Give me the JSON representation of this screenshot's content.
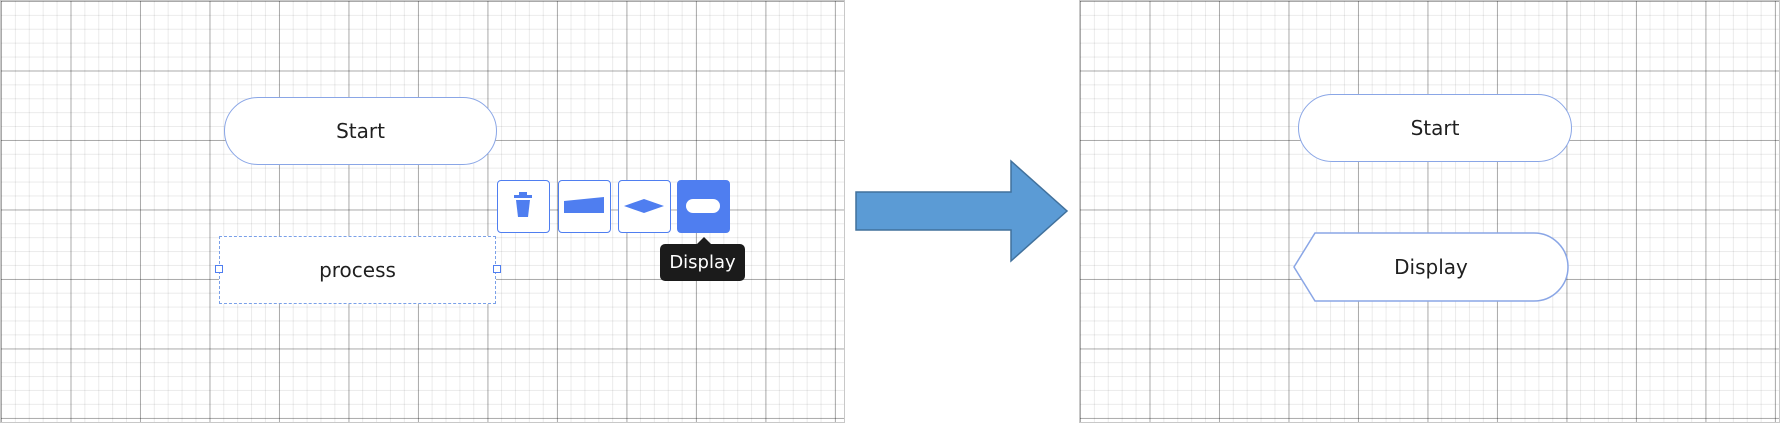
{
  "before": {
    "start_label": "Start",
    "process_label": "process",
    "toolbar": {
      "tooltip": "Display",
      "tools": [
        {
          "name": "delete",
          "icon": "trash-icon"
        },
        {
          "name": "manual-input",
          "icon": "manual-input-shape-icon"
        },
        {
          "name": "decision",
          "icon": "diamond-shape-icon"
        },
        {
          "name": "display",
          "icon": "display-shape-icon"
        }
      ]
    }
  },
  "after": {
    "start_label": "Start",
    "display_label": "Display"
  },
  "arrow": {
    "direction": "right",
    "color": "#5b9bd5"
  },
  "colors": {
    "shape_border": "#8aa6e6",
    "tool_accent": "#4f7ef0",
    "tooltip_bg": "#1b1b1b"
  }
}
